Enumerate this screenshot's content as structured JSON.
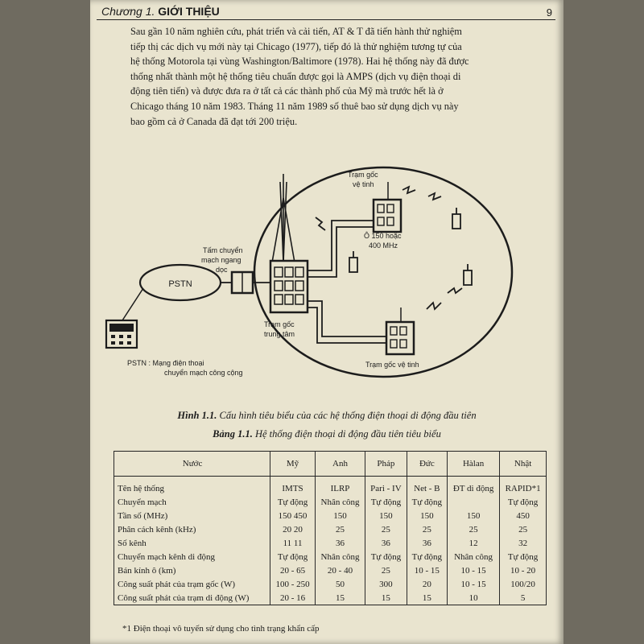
{
  "header": {
    "chapter_prefix": "Chương 1.",
    "chapter_title": "GIỚI THIỆU",
    "page_number": "9"
  },
  "intro_lines": [
    "Sau gần 10 năm nghiên cứu, phát triển và cải tiến, AT & T đã tiến hành thử nghiệm",
    "tiếp thị các dịch vụ mới này tại Chicago (1977), tiếp đó là thử nghiệm tương tự của",
    "hệ thống Motorola tại vùng Washington/Baltimore (1978). Hai hệ thống này đã được",
    "thống nhất thành một hệ thống tiêu chuẩn được gọi là AMPS (dịch vụ điện thoại di",
    "động tiên tiến) và được đưa ra ở tất cả các thành phố của Mỹ mà trước hết là ở",
    "Chicago tháng 10 năm 1983. Tháng 11 năm 1989 số thuê bao sử dụng dịch vụ này",
    "bao gồm cả ở Canada đã đạt tới 200 triệu."
  ],
  "diagram": {
    "satellite_top_1": "Trạm gốc",
    "satellite_top_2": "vệ tinh",
    "freq_1": "Ô 150 hoặc",
    "freq_2": "400 MHz",
    "crossbar_1": "Tấm chuyển",
    "crossbar_2": "mạch ngang",
    "crossbar_3": "dọc",
    "pstn": "PSTN",
    "central_1": "Trạm gốc",
    "central_2": "trung tâm",
    "satellite_bottom": "Trạm gốc vệ tinh",
    "legend_1": "PSTN :  Mạng điện thoại",
    "legend_2": "chuyển mạch công cộng"
  },
  "figure_caption": {
    "label": "Hình 1.1.",
    "text": " Cấu hình tiêu biểu của các hệ thống điện thoại di động đầu tiên"
  },
  "table_caption": {
    "label": "Bảng 1.1.",
    "text": " Hệ thống điện thoại di động đầu tiên tiêu biểu"
  },
  "table": {
    "headers": [
      "Nước",
      "Mỹ",
      "Anh",
      "Pháp",
      "Đức",
      "Hàlan",
      "Nhật"
    ],
    "rows": [
      [
        "Tên hệ thống",
        "IMTS",
        "ILRP",
        "Pari - IV",
        "Net - B",
        "ĐT di động",
        "RAPID*1"
      ],
      [
        "Chuyển mạch",
        "Tự động",
        "Nhân công",
        "Tự động",
        "Tự động",
        "",
        "Tự động"
      ],
      [
        "Tần số (MHz)",
        "150  450",
        "150",
        "150",
        "150",
        "150",
        "450"
      ],
      [
        "Phân cách kênh (kHz)",
        "20    20",
        "25",
        "25",
        "25",
        "25",
        "25"
      ],
      [
        "Số kênh",
        "11    11",
        "36",
        "36",
        "36",
        "12",
        "32"
      ],
      [
        "Chuyển mạch kênh di động",
        "Tự động",
        "Nhân công",
        "Tự động",
        "Tự động",
        "Nhân công",
        "Tự động"
      ],
      [
        "Bán kính ô (km)",
        "20 - 65",
        "20 - 40",
        "25",
        "10 - 15",
        "10 - 15",
        "10 - 20"
      ],
      [
        "Công suất phát của trạm gốc (W)",
        "100 - 250",
        "50",
        "300",
        "20",
        "10 - 15",
        "100/20"
      ],
      [
        "Công suất phát của trạm di động (W)",
        "20 - 16",
        "15",
        "15",
        "15",
        "10",
        "5"
      ]
    ]
  },
  "footnote": "*1 Điện thoại vô tuyến sử dụng cho tình trạng khẩn cấp"
}
